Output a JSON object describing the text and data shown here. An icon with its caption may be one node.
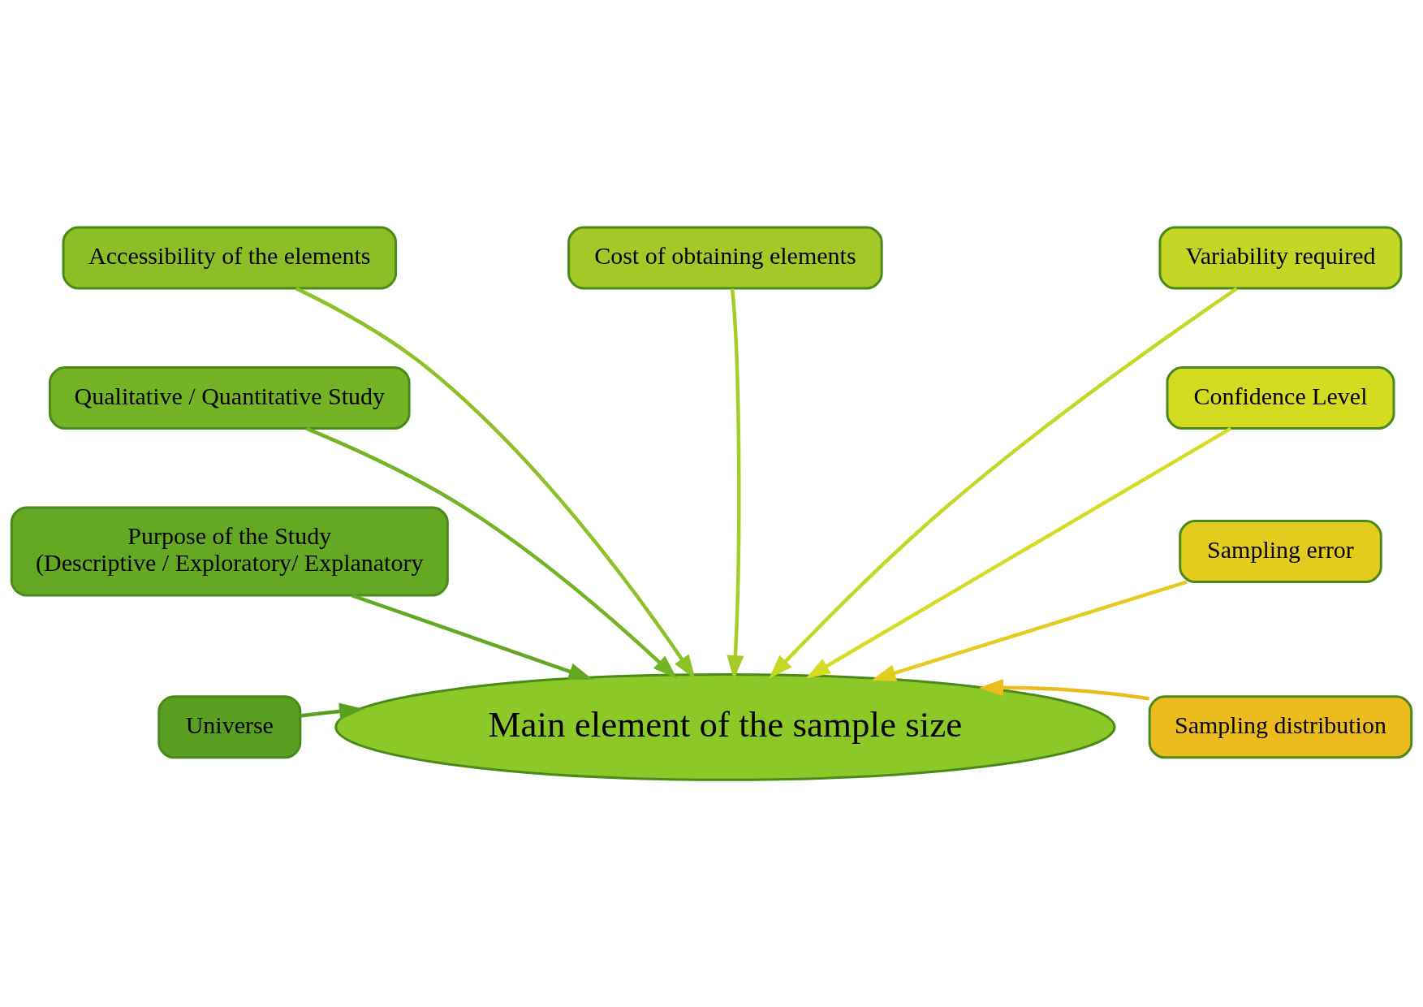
{
  "diagram": {
    "nodes": [
      {
        "text": [
          "Universe"
        ]
      },
      {
        "text": [
          "Purpose of the Study",
          "(Descriptive / Exploratory/ Explanatory"
        ]
      },
      {
        "text": [
          "Qualitative / Quantitative Study"
        ]
      },
      {
        "text": [
          "Accessibility of the elements"
        ]
      },
      {
        "text": [
          "Cost of obtaining elements"
        ]
      },
      {
        "text": [
          "Variability required"
        ]
      },
      {
        "text": [
          "Confidence Level"
        ]
      },
      {
        "text": [
          "Sampling error"
        ]
      },
      {
        "text": [
          "Sampling distribution"
        ]
      },
      {
        "text": [
          "Main element of the sample size"
        ]
      }
    ],
    "edges": [
      {
        "from": 0,
        "to": 9,
        "arrow": "to",
        "color": "#5aa020"
      },
      {
        "from": 1,
        "to": 9,
        "arrow": "to",
        "color": "#62a822"
      },
      {
        "from": 2,
        "to": 9,
        "arrow": "to",
        "color": "#72b424"
      },
      {
        "from": 3,
        "to": 9,
        "arrow": "to",
        "color": "#8cc228"
      },
      {
        "from": 4,
        "to": 9,
        "arrow": "to",
        "color": "#a6cc28"
      },
      {
        "from": 5,
        "to": 9,
        "arrow": "to",
        "color": "#c4d826"
      },
      {
        "from": 6,
        "to": 9,
        "arrow": "to",
        "color": "#d6dc22"
      },
      {
        "from": 7,
        "to": 9,
        "arrow": "to",
        "color": "#e4cc1e"
      },
      {
        "from": 8,
        "to": 9,
        "arrow": "to",
        "color": "#ecbc1e"
      }
    ]
  }
}
